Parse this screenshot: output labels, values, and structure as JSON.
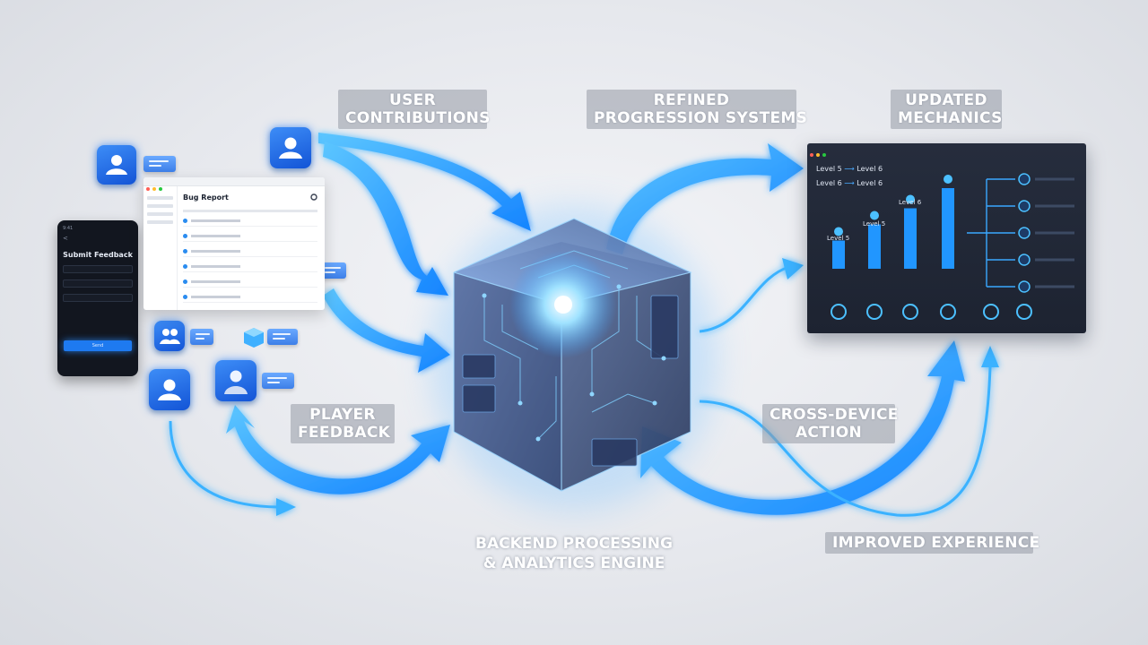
{
  "labels": {
    "user_contributions": [
      "USER",
      "CONTRIBUTIONS"
    ],
    "refined_progression": [
      "REFINED",
      "PROGRESSION SYSTEMS"
    ],
    "updated_mechanics": [
      "UPDATED",
      "MECHANICS"
    ],
    "player_feedback": [
      "PLAYER",
      "FEEDBACK"
    ],
    "cross_device": [
      "CROSS-DEVICE",
      "ACTION"
    ],
    "improved_experience": "IMPROVED EXPERIENCE",
    "engine": [
      "BACKEND PROCESSING",
      "& ANALYTICS ENGINE"
    ]
  },
  "phone": {
    "status": "9:41",
    "back": "<",
    "title": "Submit Feedback",
    "send": "Send"
  },
  "bug_report": {
    "title": "Bug Report"
  },
  "dashboard": {
    "levels": [
      {
        "from": "Level 5",
        "to": "Level 6"
      },
      {
        "from": "Level 6",
        "to": "Level 6"
      }
    ],
    "bar_labels": [
      "Level 5",
      "Level 5",
      "Level 6"
    ],
    "bar_values": [
      0.35,
      0.55,
      0.75,
      1.0
    ]
  },
  "colors": {
    "accent": "#1f9bff",
    "arrow": "#27a9ff",
    "engine_glow": "#7fd0ff"
  },
  "icons": [
    "user-icon",
    "users-icon",
    "cube-icon",
    "gear-icon"
  ]
}
